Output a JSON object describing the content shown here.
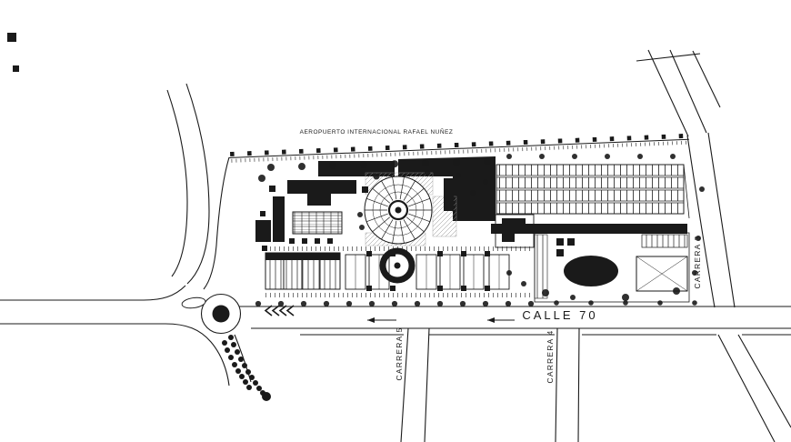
{
  "drawing": {
    "airport_label": "AEROPUERTO INTERNACIONAL RAFAEL NUÑEZ",
    "street_calle70": "CALLE 70",
    "street_carrera5": "CARRERA 5",
    "street_carrera4": "CARRERA 4",
    "street_carrera3": "CARRERA 3"
  },
  "colors": {
    "ink": "#1a1a1a",
    "paper": "#ffffff"
  }
}
